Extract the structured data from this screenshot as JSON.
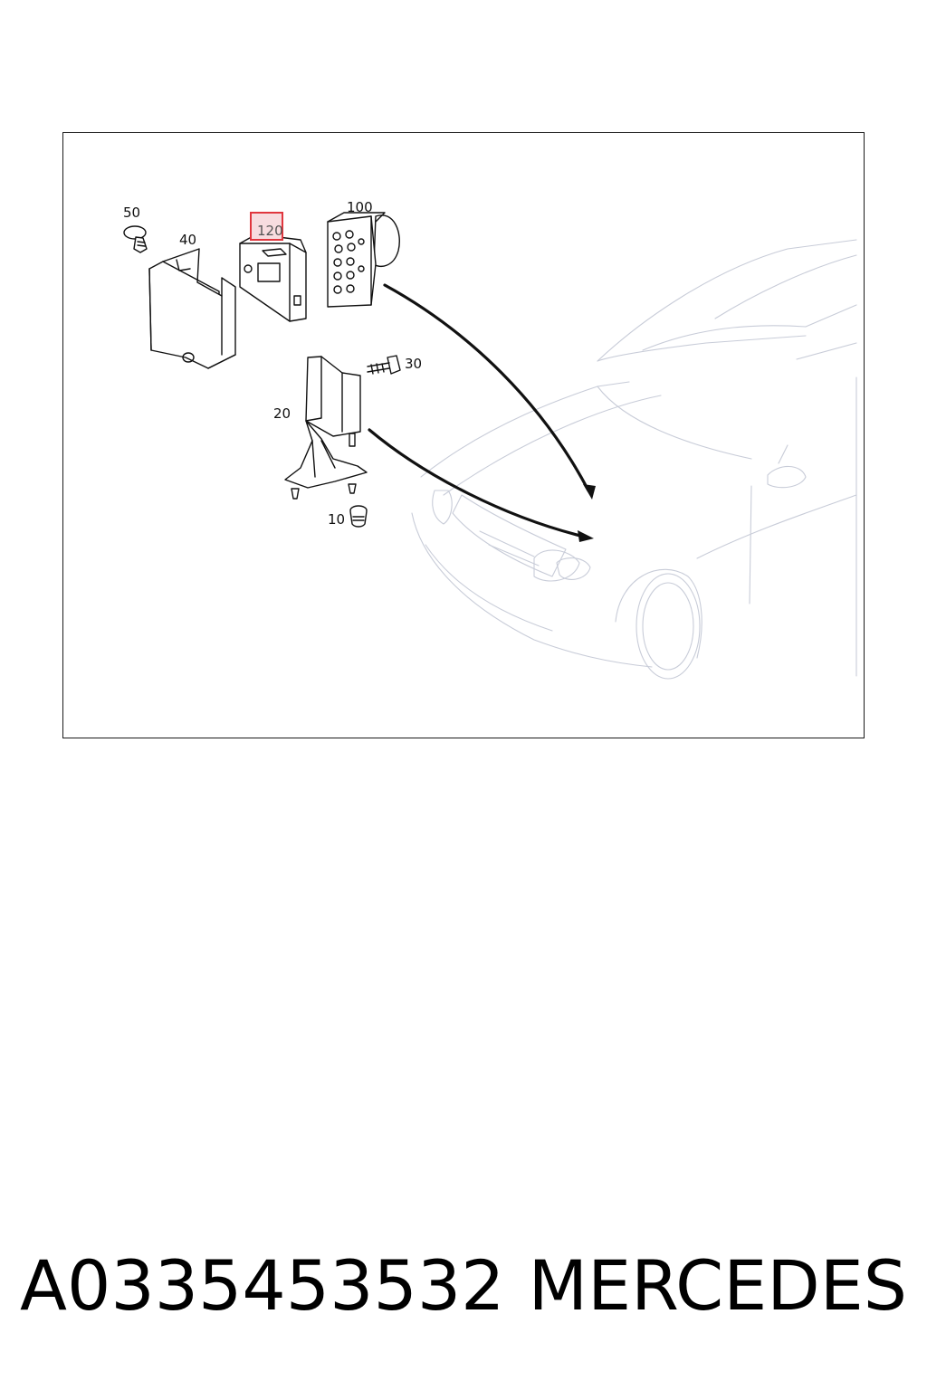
{
  "diagram": {
    "callouts": {
      "c10": "10",
      "c20": "20",
      "c30": "30",
      "c40": "40",
      "c50": "50",
      "c100": "100",
      "c120": "120"
    },
    "highlighted_callout": "120",
    "highlight_color": "#e0363e"
  },
  "caption": {
    "part_number": "A0335453532",
    "brand": "MERCEDES"
  }
}
